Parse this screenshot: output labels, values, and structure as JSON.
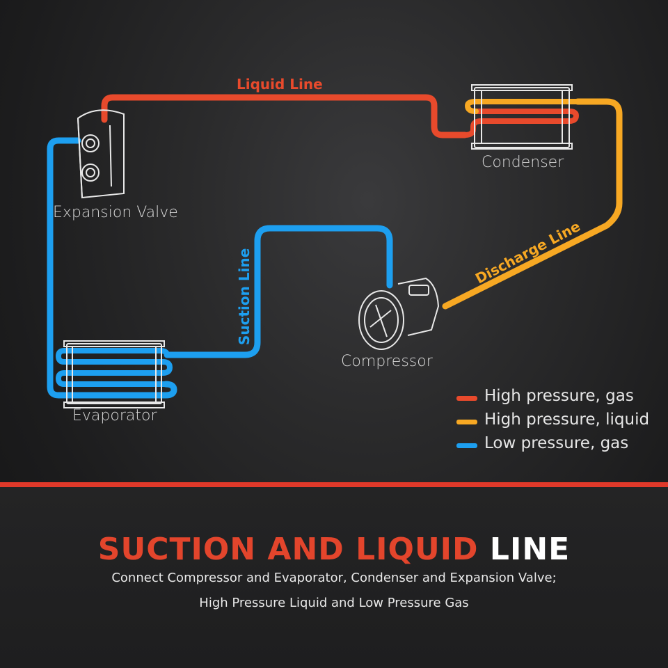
{
  "colors": {
    "high_pressure_gas": "#e84a2c",
    "high_pressure_liquid": "#f7a823",
    "low_pressure_gas": "#1d9ff0",
    "divider": "#e0392a",
    "headline_accent": "#e3452c",
    "headline_plain": "#ffffff",
    "component_outline": "#e8e8e8"
  },
  "components": {
    "expansion_valve": "Expansion Valve",
    "condenser": "Condenser",
    "compressor": "Compressor",
    "evaporator": "Evaporator"
  },
  "lines": {
    "liquid": "Liquid Line",
    "discharge": "Discharge Line",
    "suction": "Suction Line"
  },
  "legend": [
    {
      "label": "High pressure, gas",
      "color": "#e84a2c"
    },
    {
      "label": "High pressure, liquid",
      "color": "#f7a823"
    },
    {
      "label": "Low pressure, gas",
      "color": "#1d9ff0"
    }
  ],
  "headline": {
    "accent": "SUCTION AND LIQUID",
    "plain": "LINE"
  },
  "subtitle": {
    "line1": "Connect Compressor and Evaporator, Condenser and Expansion Valve;",
    "line2": "High Pressure Liquid and Low Pressure Gas"
  }
}
